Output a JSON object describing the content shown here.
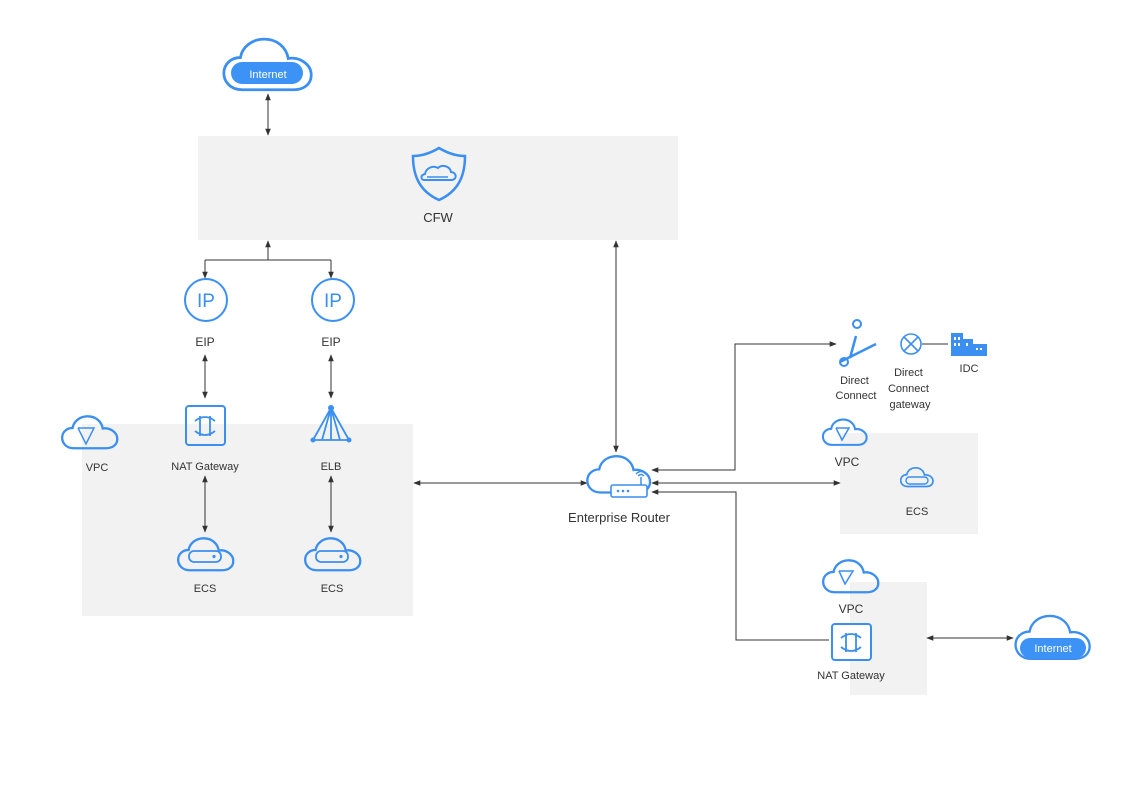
{
  "colors": {
    "accent": "#3b8ff0",
    "accent_fill": "#3d93f5",
    "zone": "#f2f2f2",
    "line": "#333333"
  },
  "labels": {
    "internet_top": "Internet",
    "cfw": "CFW",
    "eip_left": "EIP",
    "eip_right": "EIP",
    "vpc_left": "VPC",
    "nat_gateway_left": "NAT Gateway",
    "elb": "ELB",
    "ecs_left": "ECS",
    "ecs_right": "ECS",
    "enterprise_router": "Enterprise Router",
    "direct_connect": [
      "Direct",
      "Connect"
    ],
    "direct_connect_gateway": [
      "Direct",
      "Connect",
      "gateway"
    ],
    "idc": "IDC",
    "vpc_mid": "VPC",
    "ecs_mid": "ECS",
    "vpc_bottom": "VPC",
    "nat_gateway_bottom": "NAT Gateway",
    "internet_bottom": "Internet"
  },
  "icons": {
    "internet": "cloud-icon",
    "cfw": "shield-firewall-icon",
    "eip": "ip-icon",
    "vpc": "vpc-cloud-icon",
    "nat": "nat-gateway-icon",
    "elb": "load-balancer-icon",
    "ecs": "server-cloud-icon",
    "router": "router-cloud-icon",
    "direct_connect": "direct-connect-icon",
    "dc_gateway": "gateway-cross-icon",
    "idc": "building-icon"
  }
}
